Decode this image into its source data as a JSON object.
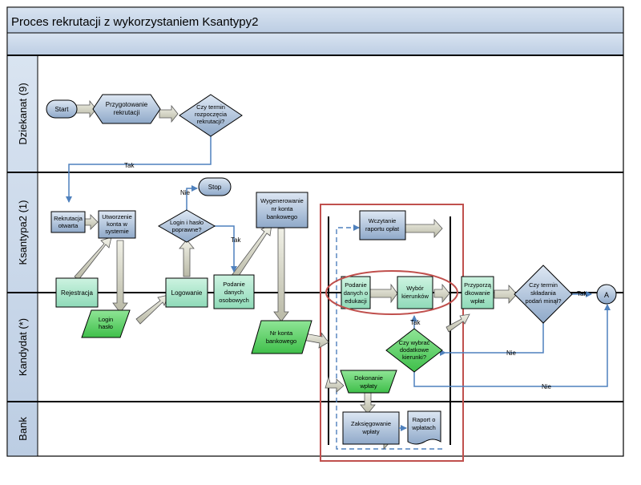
{
  "title": "Proces rekrutacji z wykorzystaniem Ksantypy2",
  "lanes": {
    "dziekanat": "Dziekanat (9)",
    "ksantypa": "Ksantypa2 (1)",
    "kandydat": "Kandydat (*)",
    "bank": "Bank"
  },
  "nodes": {
    "start": "Start",
    "przygotowanie": [
      "Przygotowanie",
      "rekrutacji"
    ],
    "czy_termin_rozp": [
      "Czy termin",
      "rozpoczęcia",
      "rekrutacji?"
    ],
    "rekrutacja_otwarta": [
      "Rekrutacja",
      "otwarta"
    ],
    "utworzenie_konta": [
      "Utworzenie",
      "konta w",
      "systemie"
    ],
    "stop": "Stop",
    "login_poprawne": [
      "Login i hasło",
      "poprawne?"
    ],
    "wygenerowanie": [
      "Wygenerowanie",
      "nr konta",
      "bankowego"
    ],
    "wczytanie": [
      "Wczytanie",
      "raportu opłat"
    ],
    "rejestracja": "Rejestracja",
    "logowanie": "Logowanie",
    "podanie_osobowych": [
      "Podanie",
      "danych",
      "osobowych"
    ],
    "podanie_edukacji": [
      "Podanie",
      "danych o",
      "edukacji"
    ],
    "wybor_kierunkow": [
      "Wybór",
      "kierunków"
    ],
    "przyporzadkowanie": [
      "Przyporzą",
      "dkowanie",
      "wpłat"
    ],
    "czy_termin_skl": [
      "Czy termin",
      "składania",
      "podań minął?"
    ],
    "connector_a": "A",
    "login_haslo": [
      "Login",
      "hasło"
    ],
    "nr_konta": [
      "Nr konta",
      "bankowego"
    ],
    "czy_wybrac": [
      "Czy wybrać",
      "dodatkowe",
      "kierunki?"
    ],
    "dokonanie_wplaty": [
      "Dokonanie",
      "wpłaty"
    ],
    "zaksiegowanie": [
      "Zaksięgowanie",
      "wpłaty"
    ],
    "raport_wplatach": [
      "Raport o",
      "wpłatach"
    ]
  },
  "edge_labels": {
    "tak_dziekanat": "Tak",
    "nie_login": "Nie",
    "tak_login": "Tak",
    "tak_termin": "Tak",
    "tak_wybrac": "Tak",
    "nie_wybrac": "Nie",
    "nie_termin": "Nie"
  },
  "colors": {
    "lane_header": "#c8d7ea",
    "process_blue": "#a9bfd9",
    "process_green": "#a6e4c9",
    "io_green": "#5fd36a",
    "connector_blue": "#4f81bd",
    "highlight_red": "#c0504d"
  }
}
